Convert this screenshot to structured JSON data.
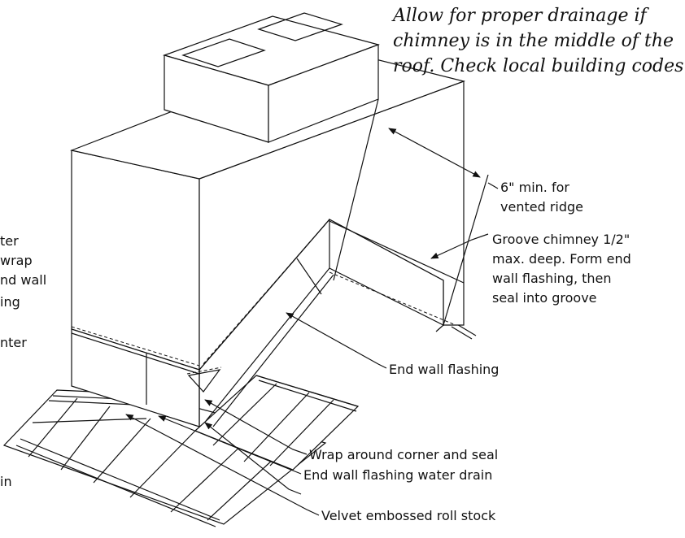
{
  "note": {
    "line1": "Allow for proper drainage if",
    "line2": "chimney is in the middle of the",
    "line3": "roof. Check local building codes."
  },
  "labels": {
    "ridge_line1": "6\" min. for",
    "ridge_line2": "vented ridge",
    "groove_line1": "Groove chimney 1/2\"",
    "groove_line2": "max. deep. Form end",
    "groove_line3": "wall flashing, then",
    "groove_line4": "seal into groove",
    "end_wall_flashing": "End wall flashing",
    "wrap_corner": "Wrap around corner and seal",
    "water_drain": "End wall flashing water drain",
    "velvet": "Velvet embossed roll stock"
  },
  "cut_labels": {
    "l1": "ter",
    "l2": "wrap",
    "l3": "nd wall",
    "l4": "ing",
    "l5": "nter",
    "l6": "in"
  }
}
